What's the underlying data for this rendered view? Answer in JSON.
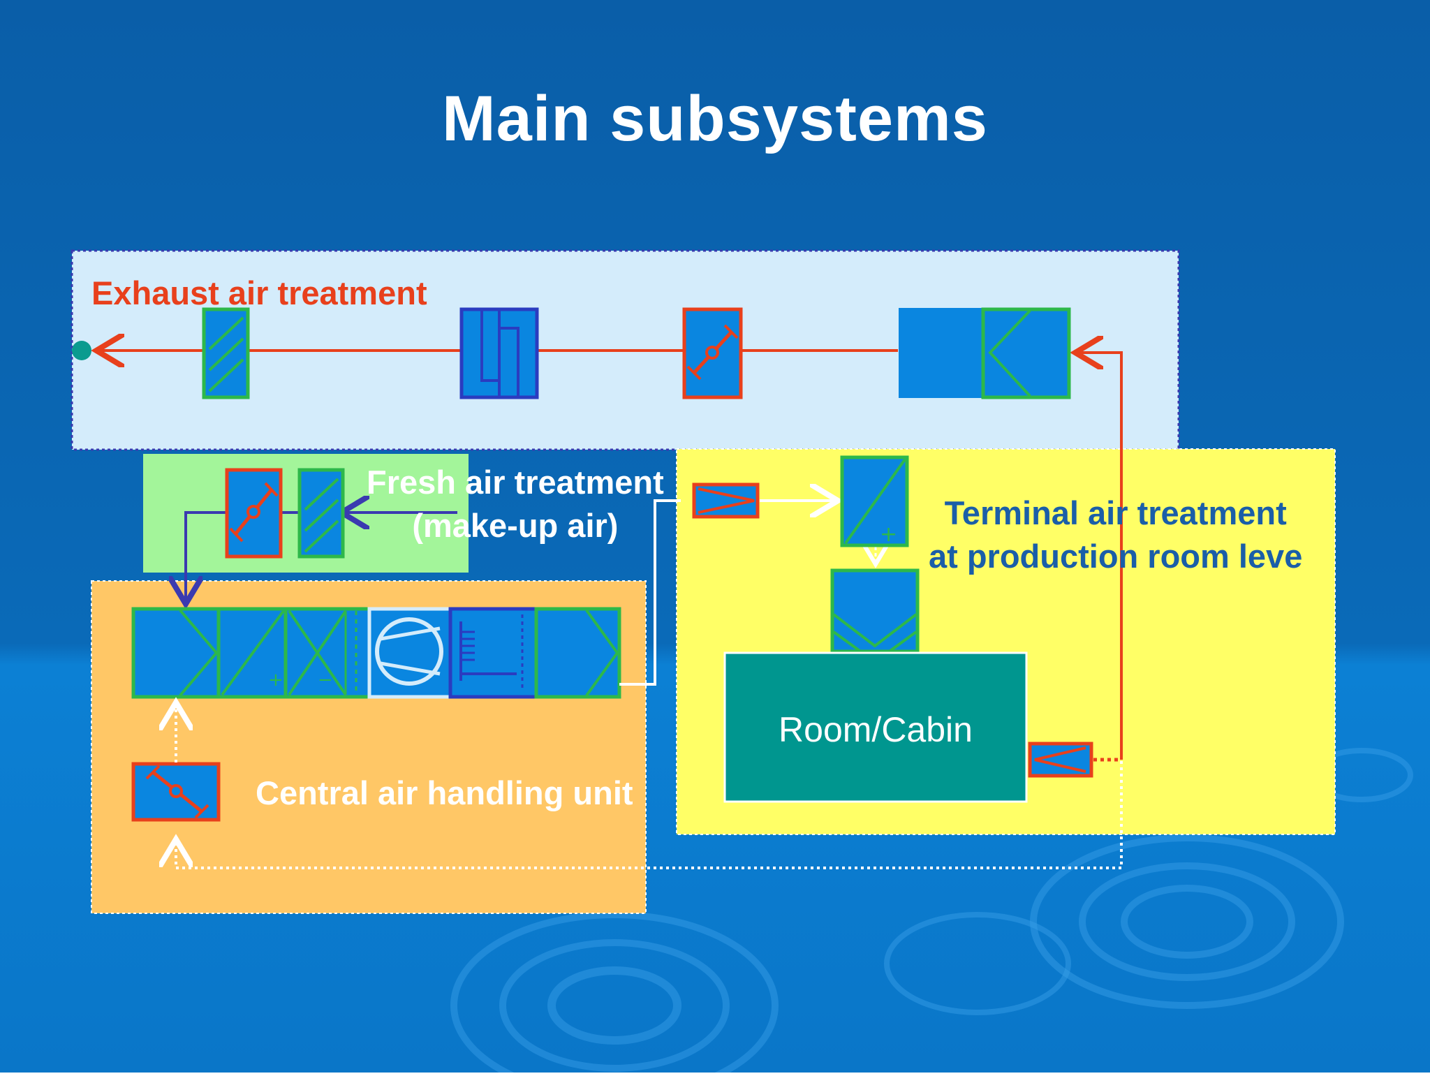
{
  "slide": {
    "title": "Main subsystems"
  },
  "subsystems": {
    "exhaust": {
      "label": "Exhaust air treatment",
      "color": "#d4ecfb"
    },
    "fresh": {
      "line1": "Fresh air treatment",
      "line2": "(make-up air)",
      "color": "#a3f59a"
    },
    "terminal": {
      "line1": "Terminal air treatment",
      "line2": "at production room leve",
      "color": "#ffff66"
    },
    "central": {
      "label": "Central air handling unit",
      "color": "#ffc766"
    }
  },
  "room": {
    "label": "Room/Cabin",
    "color": "#00968f"
  },
  "colors": {
    "background": "#0a6ab8",
    "exhaust_line": "#e8401c",
    "fresh_line": "#3a3ab0",
    "component_fill": "#0a86e0",
    "green_stroke": "#2db84a",
    "red_stroke": "#e8401c",
    "blue_stroke": "#2a3cc0"
  },
  "icons": [
    "filter-icon",
    "silencer-icon",
    "damper-icon",
    "fan-icon",
    "heating-coil-icon",
    "cooling-coil-icon",
    "humidifier-icon",
    "terminal-filter-icon",
    "volume-controller-icon"
  ]
}
